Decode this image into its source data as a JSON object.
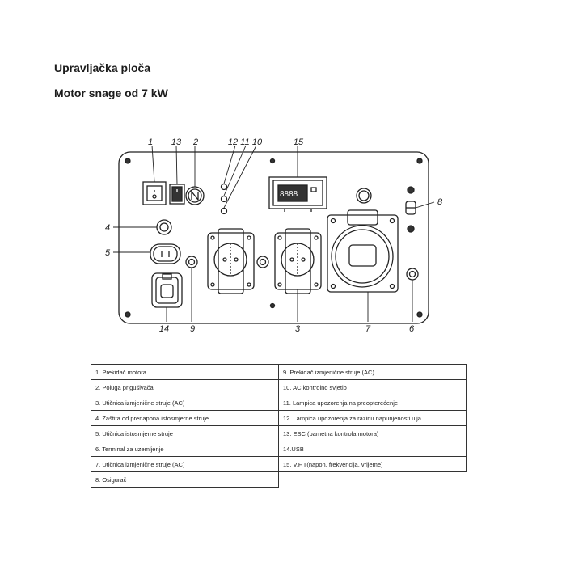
{
  "header": {
    "title": "Upravljačka ploča",
    "subtitle": "Motor snage od 7 kW"
  },
  "callouts": [
    "1",
    "13",
    "2",
    "12",
    "11",
    "10",
    "15",
    "8",
    "4",
    "5",
    "14",
    "9",
    "3",
    "7",
    "6"
  ],
  "legend": {
    "left": [
      "1. Prekidač motora",
      "2. Poluga prigušivača",
      "3. Utičnica izmjenične struje (AC)",
      "4. Zaštita od prenapona istosmjerne struje",
      "5. Utičnica istosmjerne struje",
      "6. Terminal za uzemljenje",
      "7. Utičnica izmjenične struje (AC)",
      "8. Osigurač"
    ],
    "right": [
      "9. Prekidač izmjenične struje (AC)",
      "10. AC kontrolno svjetlo",
      "11. Lampica upozorenja na preopterećenje",
      "12. Lampica upozorenja za razinu napunjenosti ulja",
      "13. ESC (pametna kontrola motora)",
      "14.USB",
      "15. V.F.T(napon, frekvencija, vrijeme)"
    ]
  }
}
